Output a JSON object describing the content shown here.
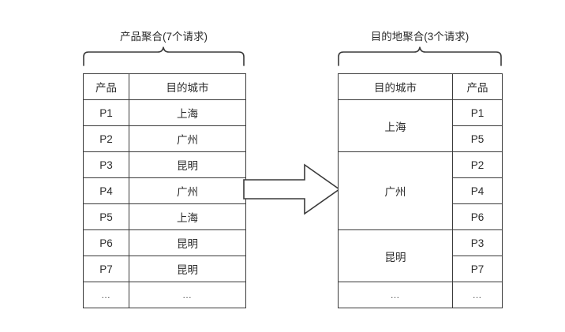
{
  "diagram": {
    "type": "data-aggregation-comparison",
    "background_color": "#ffffff",
    "line_color": "#3a3a3a",
    "text_color": "#2b2b2b"
  },
  "left": {
    "caption": "产品聚合(7个请求)",
    "brace_name": "curly-brace",
    "headers": [
      "产品",
      "目的城市"
    ],
    "rows": [
      {
        "product": "P1",
        "city": "上海"
      },
      {
        "product": "P2",
        "city": "广州"
      },
      {
        "product": "P3",
        "city": "昆明"
      },
      {
        "product": "P4",
        "city": "广州"
      },
      {
        "product": "P5",
        "city": "上海"
      },
      {
        "product": "P6",
        "city": "昆明"
      },
      {
        "product": "P7",
        "city": "昆明"
      },
      {
        "product": "…",
        "city": "…"
      }
    ]
  },
  "arrow": {
    "name": "block-arrow-right",
    "direction": "right"
  },
  "right": {
    "caption": "目的地聚合(3个请求)",
    "brace_name": "curly-brace",
    "headers": [
      "目的城市",
      "产品"
    ],
    "groups": [
      {
        "city": "上海",
        "products": [
          "P1",
          "P5"
        ]
      },
      {
        "city": "广州",
        "products": [
          "P2",
          "P4",
          "P6"
        ]
      },
      {
        "city": "昆明",
        "products": [
          "P3",
          "P7"
        ]
      },
      {
        "city": "…",
        "products": [
          "…"
        ]
      }
    ]
  }
}
